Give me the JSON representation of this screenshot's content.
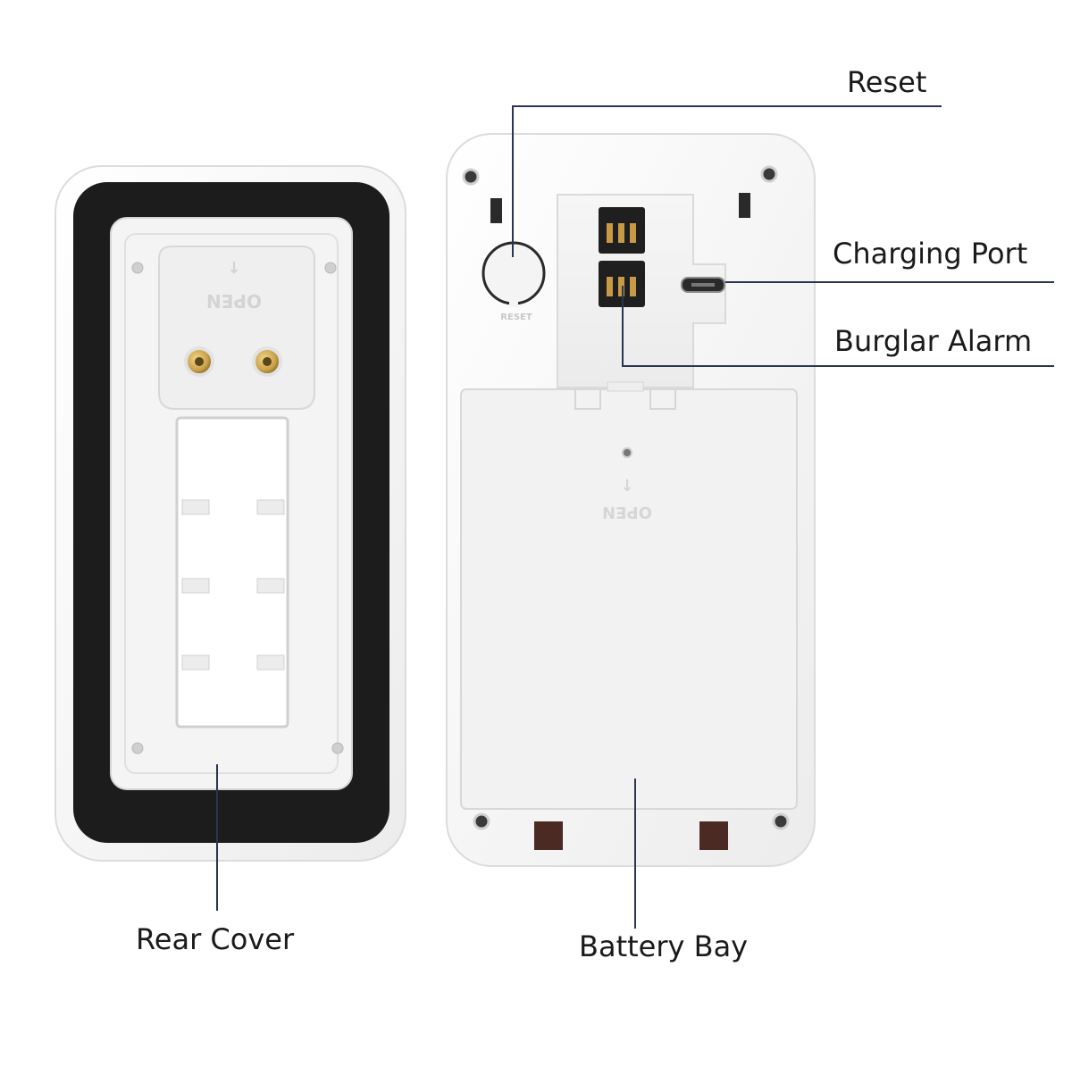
{
  "callouts": {
    "reset": "Reset",
    "charging_port": "Charging Port",
    "burglar_alarm": "Burglar Alarm",
    "rear_cover": "Rear Cover",
    "battery_bay": "Battery Bay"
  },
  "embossed": {
    "mount_open": "OPEN",
    "battery_open": "OPEN",
    "reset_text": "RESET"
  },
  "colors": {
    "leader_line": "#2a3550",
    "device_white": "#f7f7f7",
    "gasket_black": "#1c1c1c",
    "brass": "#c9a24a",
    "pad_brown": "#4a2a22"
  }
}
